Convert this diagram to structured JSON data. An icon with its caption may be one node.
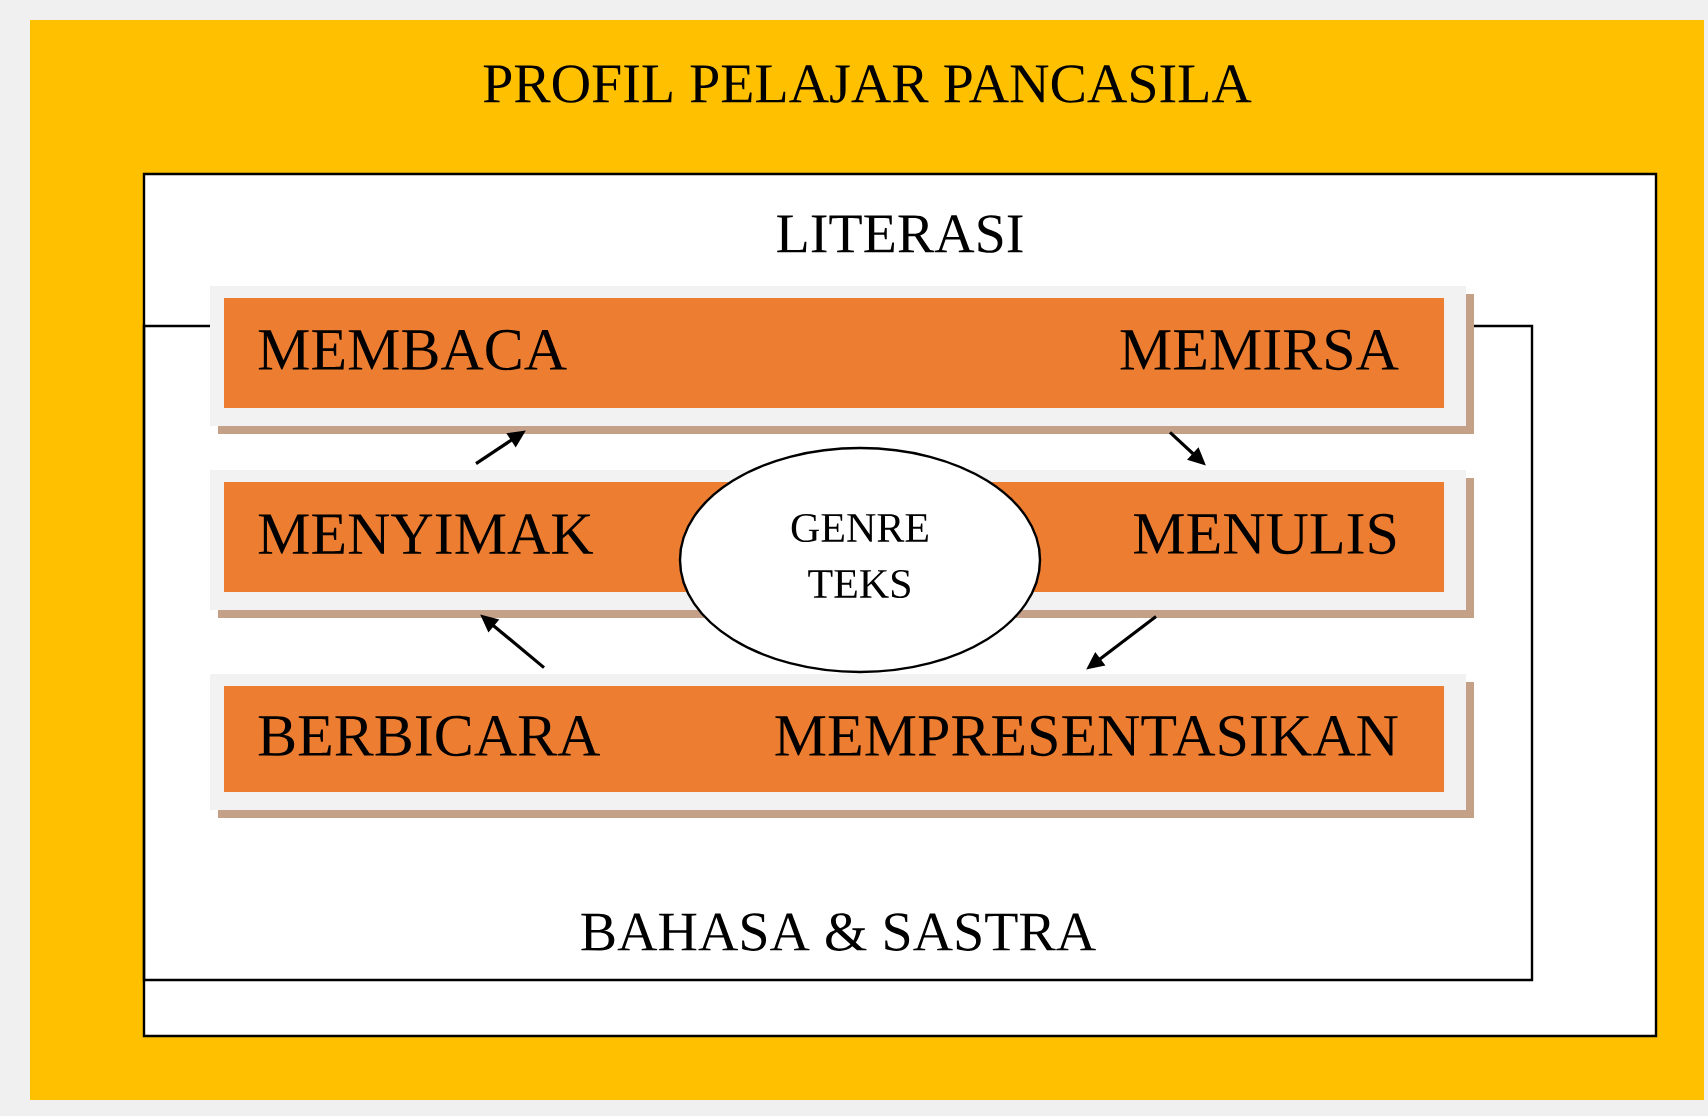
{
  "diagram": {
    "nodes": [
      {
        "text": [
          "PROFIL PELAJAR PANCASILA"
        ]
      },
      {
        "text": [
          "LITERASI"
        ],
        "in": 0
      },
      {
        "text": [
          "BAHASA & SASTRA"
        ],
        "in": 1
      },
      {
        "text": [
          "MEMBACA",
          "MEMIRSA"
        ],
        "in": 1
      },
      {
        "text": [
          "MENYIMAK",
          "MENULIS"
        ],
        "in": 2
      },
      {
        "text": [
          "GENRE TEKS"
        ],
        "in": 2
      },
      {
        "text": [
          "BERBICARA",
          "MEMPRESENTASIKAN"
        ],
        "in": 2
      }
    ],
    "edges": [
      {
        "from": 3,
        "to": 4,
        "arrow": "to"
      },
      {
        "from": 4,
        "to": 6,
        "arrow": "to"
      },
      {
        "from": 6,
        "to": 4,
        "arrow": "to"
      },
      {
        "from": 4,
        "to": 3,
        "arrow": "to"
      }
    ]
  }
}
